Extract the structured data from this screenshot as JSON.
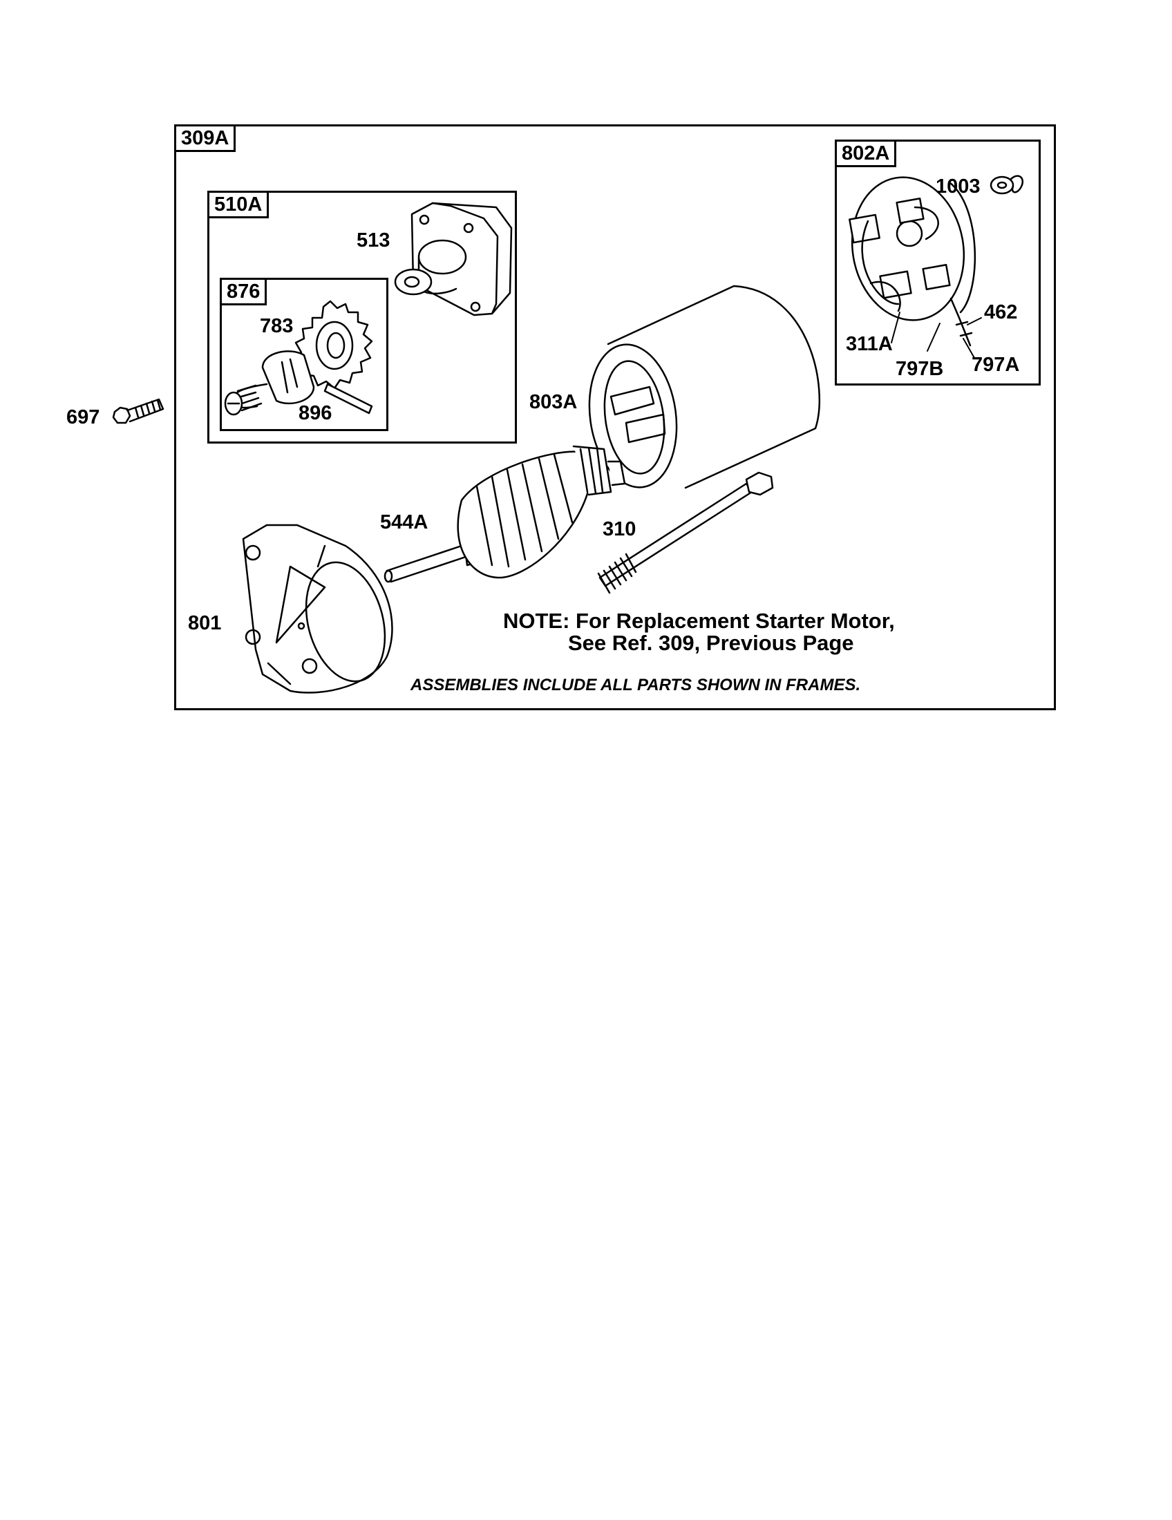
{
  "frames": {
    "main": "309A",
    "drive": "510A",
    "clutch": "876",
    "end_cap": "802A"
  },
  "parts": {
    "p697": "697",
    "p513": "513",
    "p783": "783",
    "p896": "896",
    "p803A": "803A",
    "p544A": "544A",
    "p310": "310",
    "p801": "801",
    "p1003": "1003",
    "p462": "462",
    "p311A": "311A",
    "p797B": "797B",
    "p797A": "797A"
  },
  "note": {
    "line1": "NOTE: For Replacement Starter Motor,",
    "line2": "See Ref. 309, Previous Page"
  },
  "footnote": "ASSEMBLIES INCLUDE ALL PARTS SHOWN IN FRAMES."
}
